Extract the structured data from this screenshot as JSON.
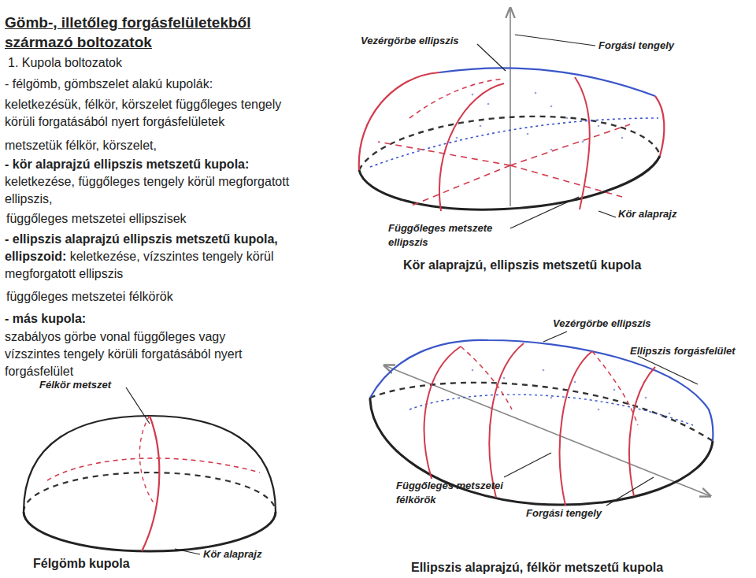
{
  "diagram": {
    "title": "Gömb-, illetőleg forgásfelületekből származó boltozatok",
    "labels": [
      "1. Kupola boltozatok",
      "- félgömb, gömbszelet alakú kupolák:",
      "keletkezésük, félkör, körszelet függőleges tengely körüli forgatásából nyert forgásfelületek",
      "metszetük félkör, körszelet,",
      "- kör alaprajzú ellipszis metszetű kupola:",
      "keletkezése, függőleges tengely körül megforgatott ellipszis,",
      "függőleges metszetei ellipszisek",
      "- ellipszis alaprajzú ellipszis metszetű kupola, ellipszoid:",
      "keletkezése, vízszintes tengely körül megforgatott ellipszis",
      "függőleges metszetei félkörök",
      "- más kupola:",
      "szabályos görbe vonal függőleges vagy vízszintes tengely körüli forgatásából nyert forgásfelület",
      "Vezérgörbe ellipszis",
      "Forgási tengely",
      "Függőleges metszete ellipszis",
      "Kör alaprajz",
      "Kör alaprajzú, ellipszis metszetű kupola",
      "Vezérgörbe ellipszis",
      "Ellipszis forgásfelület",
      "Függőleges metszetei félkörök",
      "Forgási tengely",
      "Ellipszis alaprajzú, félkör metszetű kupola",
      "Félkör metszet",
      "Kör alaprajz",
      "Félgömb kupola"
    ]
  }
}
